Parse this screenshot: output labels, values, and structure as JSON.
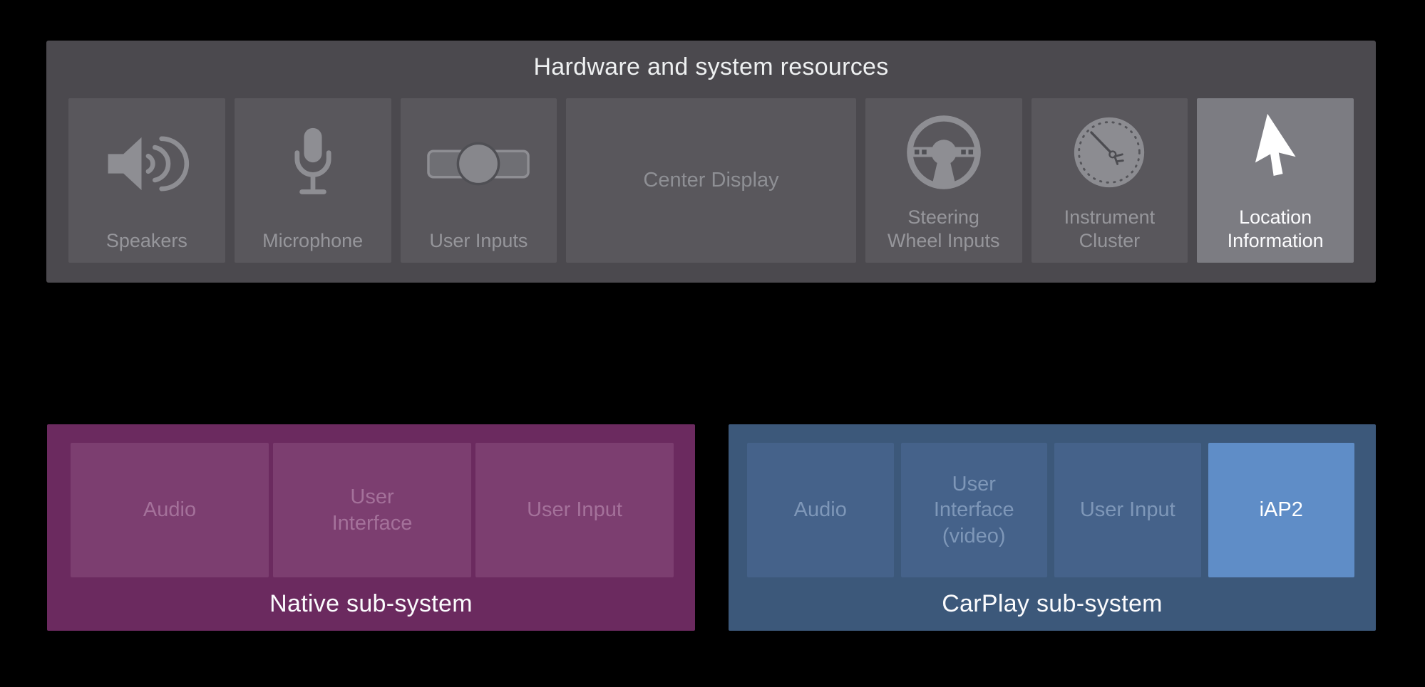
{
  "colors": {
    "background": "#000000",
    "panel_bg": "#4b494e",
    "panel_tile_bg": "#59575c",
    "panel_tile_label": "#96969b",
    "panel_icon_gray": "#8e8e93",
    "highlight_tile_bg": "#7c7c82",
    "title_text": "#eef0f1",
    "native_container_bg": "#6b2a5f",
    "native_tile_bg": "#7c3e70",
    "native_tile_label": "#a4719a",
    "carplay_container_bg": "#3c587a",
    "carplay_tile_bg": "#45628a",
    "carplay_tile_label": "#7e97b8",
    "iap2_tile_bg": "#5f8dc7",
    "white_text": "#fbfbfd"
  },
  "hardware_panel": {
    "title": "Hardware and system resources",
    "tiles": [
      {
        "label": "Speakers",
        "icon": "speaker-icon",
        "highlighted": false
      },
      {
        "label": "Microphone",
        "icon": "microphone-icon",
        "highlighted": false
      },
      {
        "label": "User Inputs",
        "icon": "rotary-controller-icon",
        "highlighted": false
      },
      {
        "label": "Center Display",
        "icon": null,
        "highlighted": false
      },
      {
        "label": "Steering Wheel Inputs",
        "icon": "steering-wheel-icon",
        "highlighted": false
      },
      {
        "label": "Instrument Cluster",
        "icon": "gauge-icon",
        "highlighted": false
      },
      {
        "label": "Location Information",
        "icon": "cursor-arrow-icon",
        "highlighted": true
      }
    ]
  },
  "native_subsystem": {
    "label": "Native sub-system",
    "tiles": [
      {
        "label": "Audio",
        "highlighted": false
      },
      {
        "label": "User Interface",
        "highlighted": false
      },
      {
        "label": "User Input",
        "highlighted": false
      }
    ]
  },
  "carplay_subsystem": {
    "label": "CarPlay sub-system",
    "tiles": [
      {
        "label": "Audio",
        "highlighted": false
      },
      {
        "label": "User Interface (video)",
        "highlighted": false
      },
      {
        "label": "User Input",
        "highlighted": false
      },
      {
        "label": "iAP2",
        "highlighted": true
      }
    ]
  }
}
